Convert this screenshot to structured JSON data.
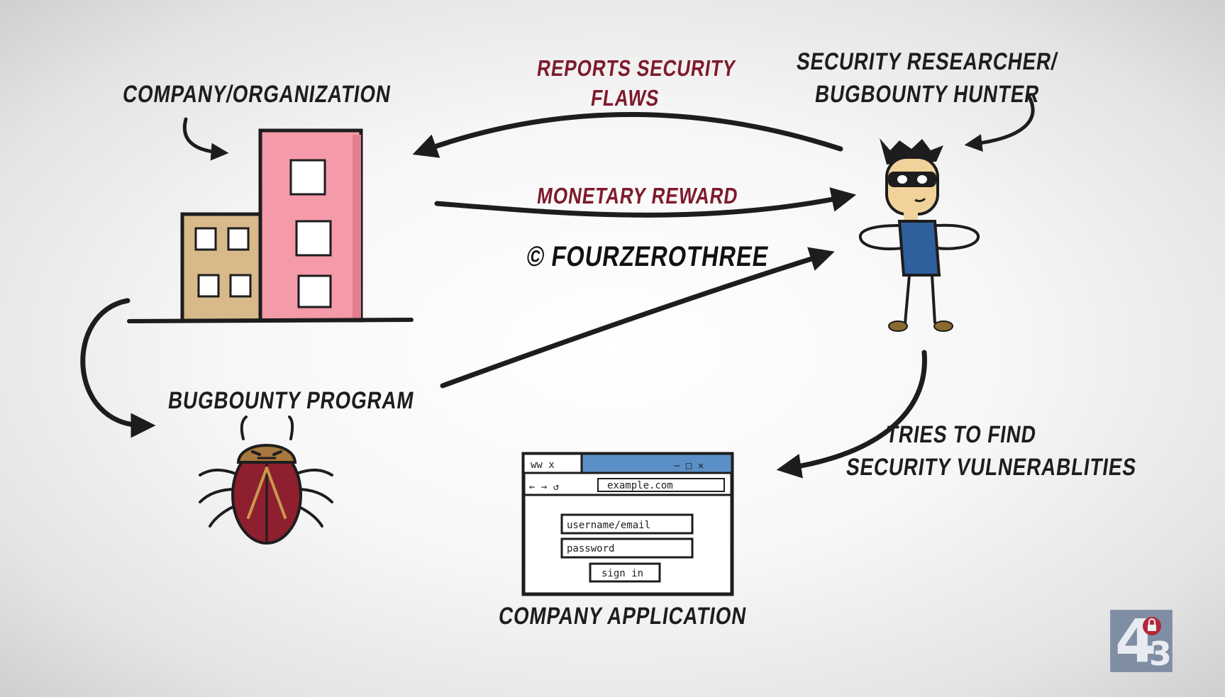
{
  "labels": {
    "company": "COMPANY/ORGANIZATION",
    "researcher_line1": "SECURITY RESEARCHER/",
    "researcher_line2": "BUGBOUNTY HUNTER",
    "reports_line1": "REPORTS SECURITY",
    "reports_line2": "FLAWS",
    "reward": "MONETARY REWARD",
    "copyright": "© FOURZEROTHREE",
    "program": "BUGBOUNTY PROGRAM",
    "tries_line1": "TRIES TO FIND",
    "tries_line2": "SECURITY VULNERABLITIES",
    "application": "COMPANY APPLICATION"
  },
  "browser": {
    "tab_text": "ww x",
    "window_controls": "– □ ✕",
    "nav_icons": "← → ↺",
    "url": "example.com",
    "username_placeholder": "username/email",
    "password_placeholder": "password",
    "signin_label": "sign in"
  },
  "logo": {
    "digit_left": "4",
    "digit_right": "3"
  },
  "colors": {
    "ink": "#1d1d1d",
    "label_red": "#7e1a2c",
    "building_pink": "#f49aa8",
    "building_tan": "#d7b98a",
    "shirt_blue": "#2f5f9c",
    "bug_red": "#8e1f2f",
    "bug_head": "#a8783f",
    "browser_blue": "#5b8fc7",
    "logo_blue": "#7f8ea3"
  },
  "icons": [
    "building-icon",
    "researcher-figure",
    "bug-icon",
    "browser-window",
    "logo-43"
  ]
}
